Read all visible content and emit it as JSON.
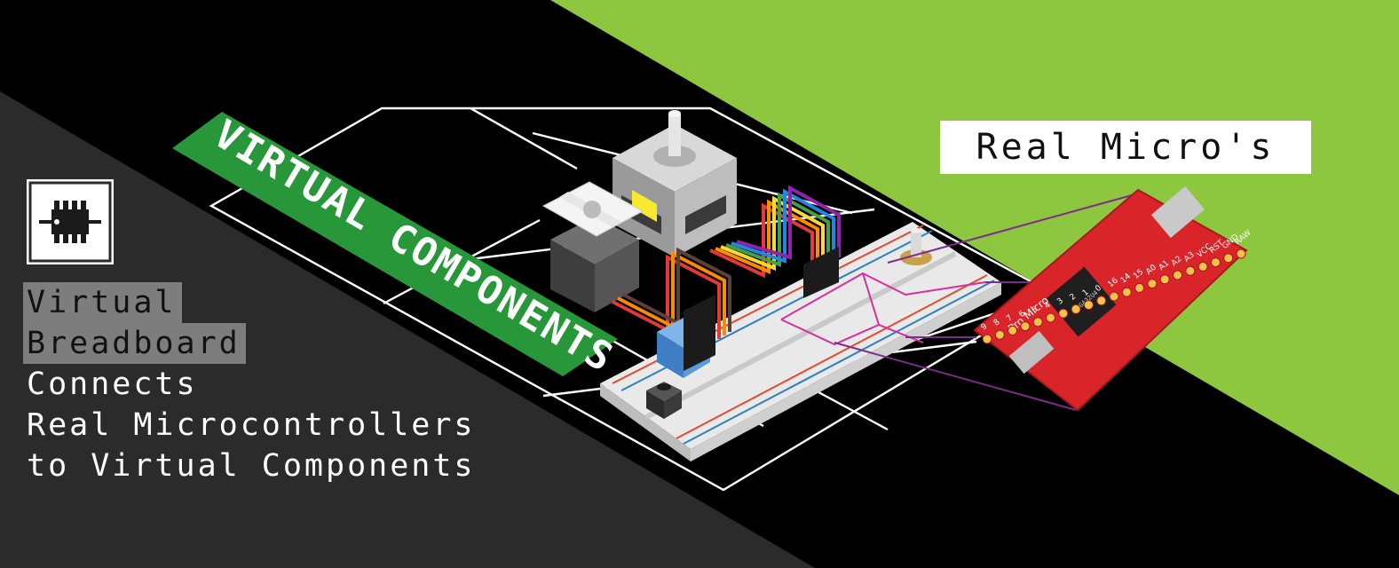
{
  "banner": {
    "virtual_components_label": "VIRTUAL COMPONENTS",
    "real_micros_label": "Real Micro's",
    "headline_lines": [
      "Virtual",
      "Breadboard",
      "Connects",
      "Real Microcontrollers",
      "to Virtual Components"
    ]
  },
  "board": {
    "silkscreen_label": "Pro Micro",
    "pin_labels": [
      "9",
      "8",
      "7",
      "6",
      "5",
      "4",
      "3",
      "2",
      "1",
      "0",
      "16",
      "14",
      "15",
      "A0",
      "A1",
      "A2",
      "A3",
      "VCC",
      "RST",
      "GND",
      "RAW"
    ],
    "chip_marking": "MEGA32U4"
  },
  "icons": {
    "chip": "microchip-icon"
  },
  "colors": {
    "background": "#000000",
    "left_panel": "#2b2b2b",
    "accent_green": "#8dc63f",
    "banner_green": "#27973a",
    "board_red": "#d9252a",
    "wire_purple": "#7b2d8b",
    "trace_magenta": "#d62e9b",
    "highlight_grey": "#7d7d7d"
  }
}
